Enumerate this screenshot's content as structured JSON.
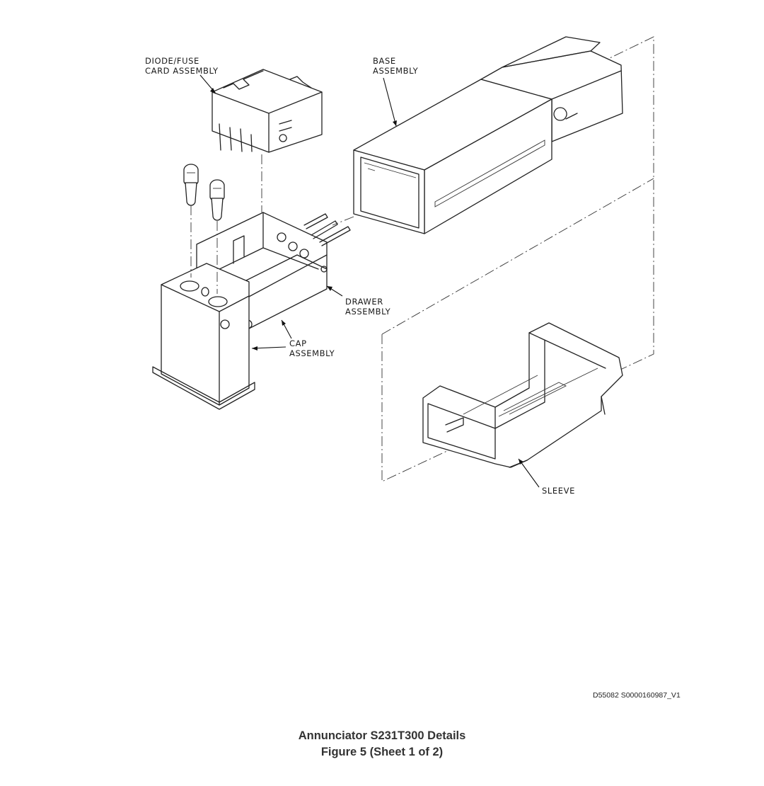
{
  "labels": {
    "diode_fuse_1": "DIODE/FUSE",
    "diode_fuse_2": "CARD ASSEMBLY",
    "base_1": "BASE",
    "base_2": "ASSEMBLY",
    "drawer_1": "DRAWER",
    "drawer_2": "ASSEMBLY",
    "cap_1": "CAP",
    "cap_2": "ASSEMBLY",
    "sleeve": "SLEEVE"
  },
  "doc_id": "D55082 S0000160987_V1",
  "caption": {
    "title": "Annunciator S231T300 Details",
    "figure": "Figure 5  (Sheet 1 of 2)"
  }
}
